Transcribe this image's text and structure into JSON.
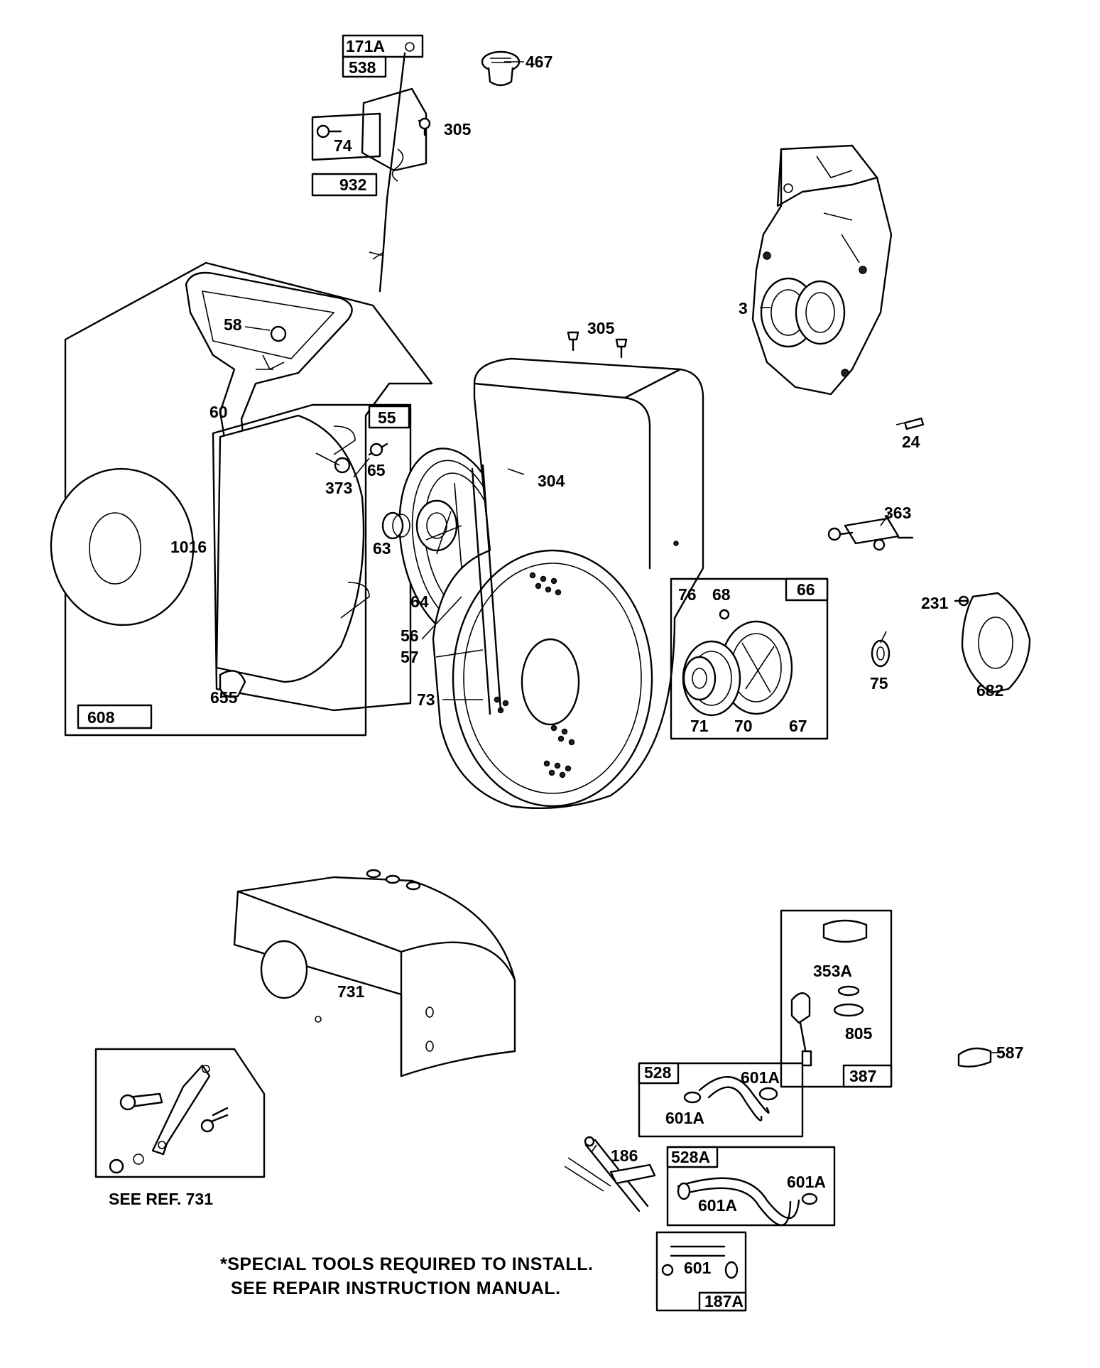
{
  "labels": {
    "p171a": "171A",
    "p538": "538",
    "p467": "467",
    "p74": "74",
    "p305a": "305",
    "p932": "932",
    "p305b": "305",
    "p3": "3",
    "p58": "58",
    "p60": "60",
    "p55": "55",
    "p65": "65",
    "p373": "373",
    "p1016": "1016",
    "p63": "63",
    "p304": "304",
    "p64": "64",
    "p56": "56",
    "p57": "57",
    "p73": "73",
    "p655": "655",
    "p608": "608",
    "p24": "24",
    "p363": "363",
    "p76": "76",
    "p68": "68",
    "p66": "66",
    "p71": "71",
    "p70": "70",
    "p67": "67",
    "p75": "75",
    "p231": "231",
    "p682": "682",
    "p731": "731",
    "p353a": "353A",
    "p805": "805",
    "p387": "387",
    "p587": "587",
    "p528": "528",
    "p601a_1": "601A",
    "p601a_2": "601A",
    "p186": "186",
    "p528a": "528A",
    "p601a_3": "601A",
    "p601a_4": "601A",
    "p601": "601",
    "p187a": "187A",
    "seeref": "SEE REF. 731"
  },
  "note": {
    "line1": "*SPECIAL TOOLS REQUIRED TO INSTALL.",
    "line2": "SEE REPAIR INSTRUCTION MANUAL."
  }
}
